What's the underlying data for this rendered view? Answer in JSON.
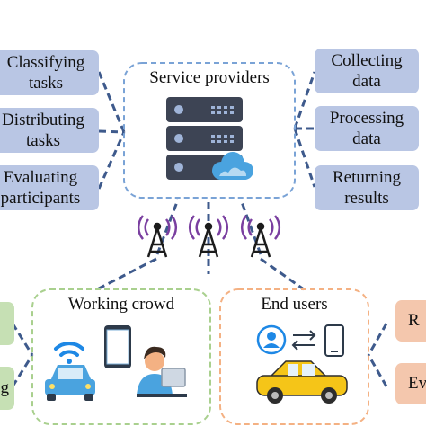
{
  "service_providers": {
    "title": "Service providers",
    "left_tasks": [
      "Classifying\ntasks",
      "Distributing\ntasks",
      "Evaluating\nparticipants"
    ],
    "right_tasks": [
      "Collecting\ndata",
      "Processing\ndata",
      "Returning\nresults"
    ]
  },
  "working_crowd": {
    "title": "Working crowd",
    "side_partial_text": "g"
  },
  "end_users": {
    "title": "End users",
    "side_partial_texts": [
      "R",
      "Ev"
    ]
  },
  "colors": {
    "task_box": "#b9c6e4",
    "connector": "#3e5a8c",
    "service_border": "#7aa3d6",
    "working_border": "#a9d08e",
    "end_users_border": "#f4b183",
    "green_box": "#c6e0b4",
    "orange_box": "#f4c7ad"
  },
  "icons": [
    "server-rack-icon",
    "cloud-icon",
    "antenna-tower-icon",
    "wifi-icon",
    "car-icon",
    "smartphone-icon",
    "worker-at-computer-icon",
    "user-avatar-icon",
    "exchange-arrows-icon",
    "taxi-car-icon"
  ]
}
